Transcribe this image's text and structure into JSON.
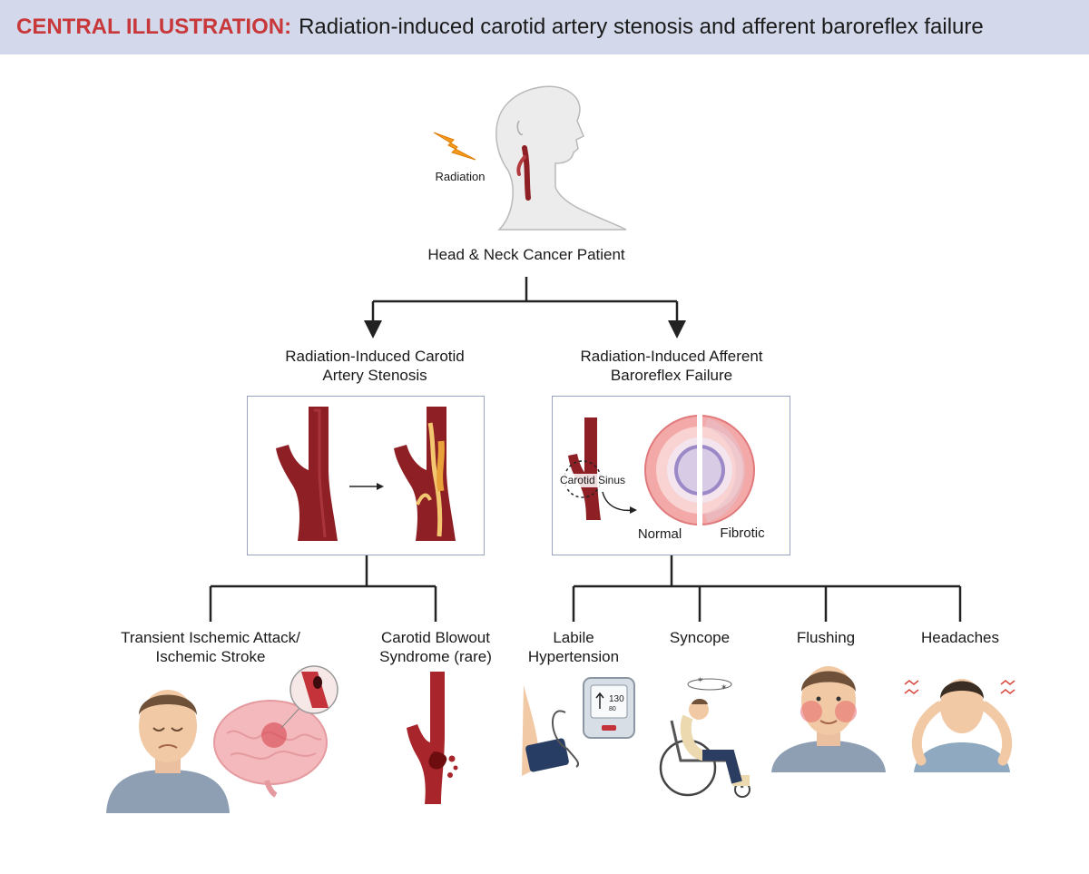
{
  "header": {
    "prefix": "CENTRAL ILLUSTRATION:",
    "title": "Radiation-induced carotid artery stenosis and afferent baroreflex failure"
  },
  "top": {
    "radiation_label": "Radiation",
    "patient_label": "Head & Neck Cancer Patient"
  },
  "branches": {
    "left": {
      "line1": "Radiation-Induced Carotid",
      "line2": "Artery Stenosis"
    },
    "right": {
      "line1": "Radiation-Induced Afferent",
      "line2": "Baroreflex Failure",
      "sinus_label": "Carotid Sinus",
      "normal_label": "Normal",
      "fibrotic_label": "Fibrotic"
    }
  },
  "outcomes": {
    "tia": {
      "line1": "Transient Ischemic Attack/",
      "line2": "Ischemic Stroke"
    },
    "blowout": {
      "line1": "Carotid Blowout",
      "line2": "Syndrome (rare)"
    },
    "labile": {
      "line1": "Labile",
      "line2": "Hypertension"
    },
    "syncope": {
      "line1": "Syncope"
    },
    "flushing": {
      "line1": "Flushing"
    },
    "headaches": {
      "line1": "Headaches"
    }
  },
  "bp_monitor": {
    "systolic": "130",
    "diastolic": "80"
  },
  "colors": {
    "banner_bg": "#d3d9ea",
    "accent_red": "#c8373a",
    "artery": "#8e1f24",
    "panel_border": "#9aa4c2"
  }
}
